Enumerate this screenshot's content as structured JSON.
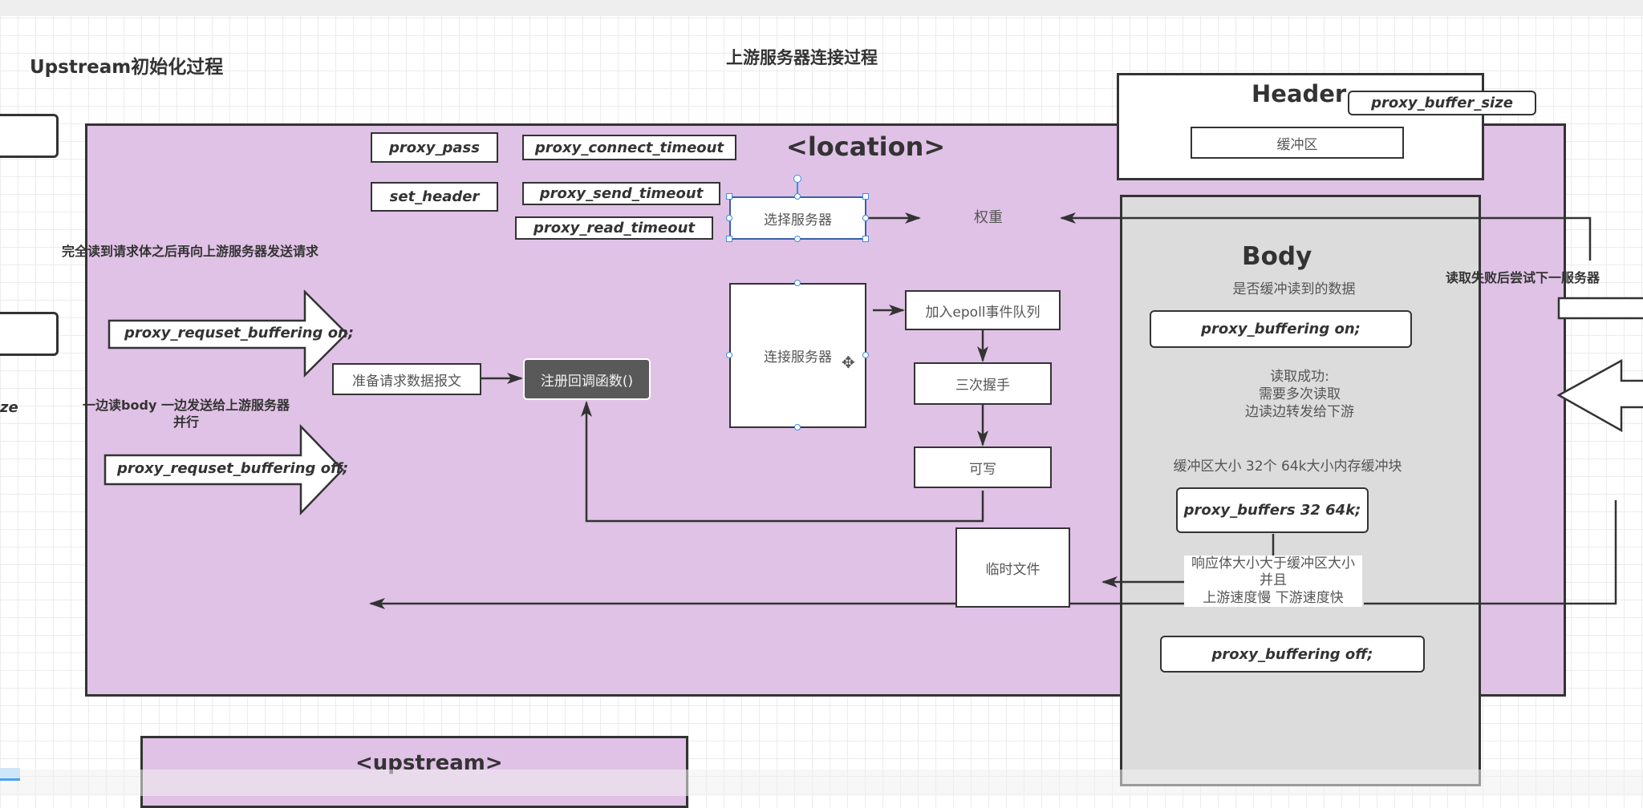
{
  "titles": {
    "left": "Upstream初始化过程",
    "center": "上游服务器连接过程"
  },
  "location": {
    "label": "<location>",
    "directives": {
      "proxy_pass": "proxy_pass",
      "set_header": "set_header",
      "connect_timeout": "proxy_connect_timeout",
      "send_timeout": "proxy_send_timeout",
      "read_timeout": "proxy_read_timeout"
    },
    "notes": {
      "full_read": "完全读到请求体之后再向上游服务器发送请求",
      "parallel_line1": "一边读body 一边发送给上游服务器",
      "parallel_line2": "并行",
      "cut_left": "ze"
    },
    "arrows": {
      "buffering_on": "proxy_requset_buffering on;",
      "buffering_off": "proxy_requset_buffering off;"
    },
    "flow": {
      "prepare": "准备请求数据报文",
      "register_callback": "注册回调函数()",
      "select_server": "选择服务器",
      "weight": "权重",
      "connect_server": "连接服务器",
      "add_epoll": "加入epoll事件队列",
      "handshake": "三次握手",
      "writable": "可写",
      "temp_file": "临时文件"
    },
    "retry_note": "读取失败后尝试下一服务器"
  },
  "header_section": {
    "title": "Header",
    "directive": "proxy_buffer_size",
    "buffer": "缓冲区"
  },
  "body_section": {
    "title": "Body",
    "subtitle": "是否缓冲读到的数据",
    "buffering_on": "proxy_buffering on;",
    "success_line1": "读取成功:",
    "success_line2": "需要多次读取",
    "success_line3": "边读边转发给下游",
    "buffer_size_note": "缓冲区大小 32个 64k大小内存缓冲块",
    "buffers": "proxy_buffers 32 64k;",
    "overflow_line1": "响应体大小大于缓冲区大小",
    "overflow_line2": "并且",
    "overflow_line3": "上游速度慢 下游速度快",
    "buffering_off": "proxy_buffering off;"
  },
  "upstream": {
    "label": "<upstream>"
  },
  "colors": {
    "location_fill": "#e0c2e6",
    "body_fill": "#dcdcdc",
    "dark_node": "#595959",
    "selection": "#3b8fe0"
  }
}
